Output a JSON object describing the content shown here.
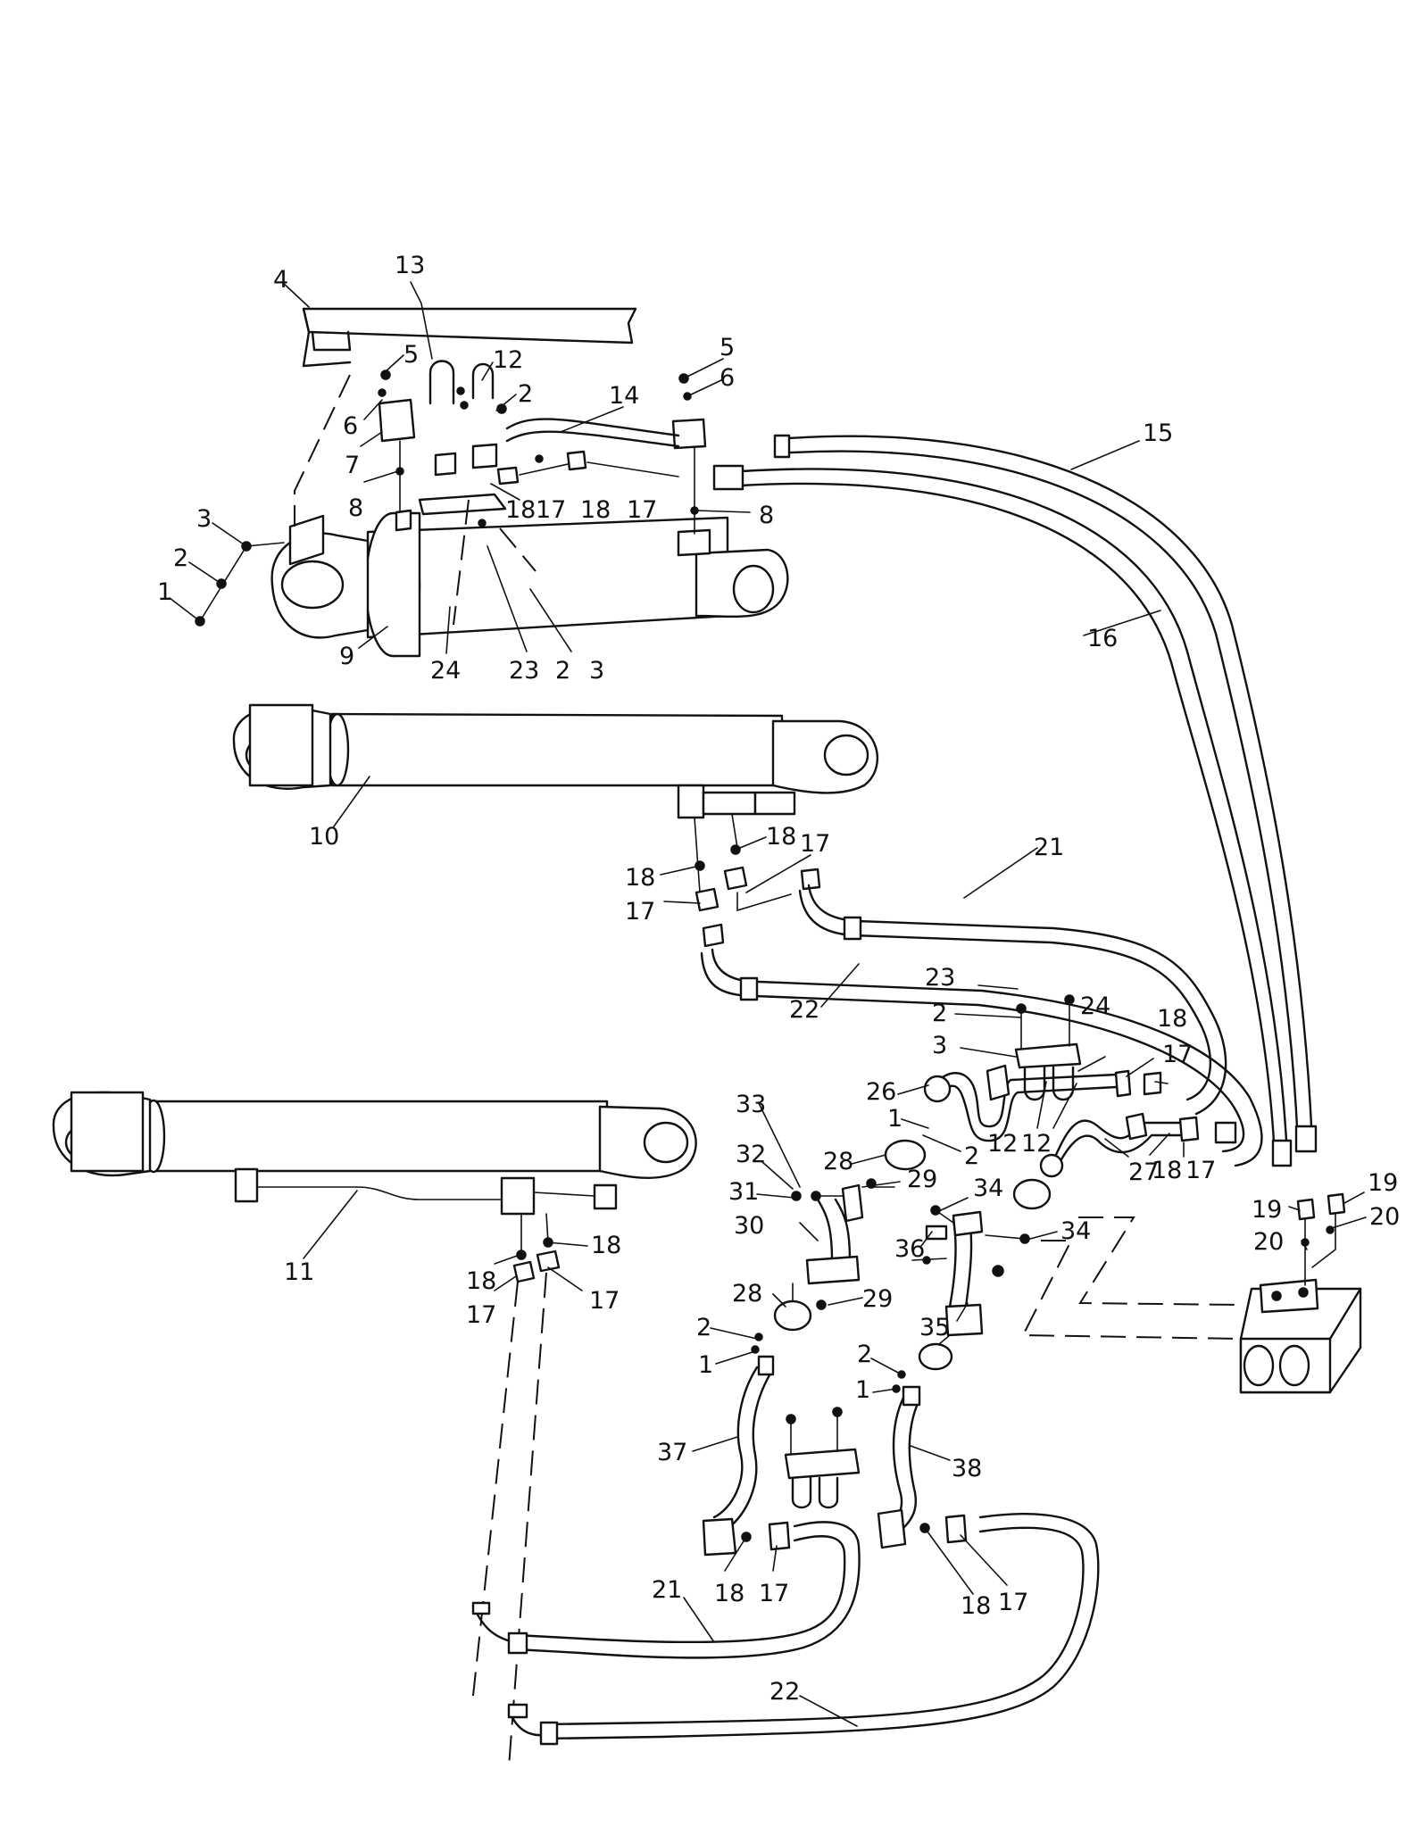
{
  "diagram": {
    "labels": [
      {
        "id": "c1-4",
        "text": "4"
      },
      {
        "id": "c1-13",
        "text": "13"
      },
      {
        "id": "c1-5a",
        "text": "5"
      },
      {
        "id": "c1-12",
        "text": "12"
      },
      {
        "id": "c1-2a",
        "text": "2"
      },
      {
        "id": "c1-6a",
        "text": "6"
      },
      {
        "id": "c1-7",
        "text": "7"
      },
      {
        "id": "c1-8a",
        "text": "8"
      },
      {
        "id": "c1-3a",
        "text": "3"
      },
      {
        "id": "c1-2b",
        "text": "2"
      },
      {
        "id": "c1-1",
        "text": "1"
      },
      {
        "id": "c1-9",
        "text": "9"
      },
      {
        "id": "c1-24",
        "text": "24"
      },
      {
        "id": "c1-23",
        "text": "23"
      },
      {
        "id": "c1-2c",
        "text": "2"
      },
      {
        "id": "c1-3b",
        "text": "3"
      },
      {
        "id": "c1-14",
        "text": "14"
      },
      {
        "id": "c1-18a",
        "text": "18"
      },
      {
        "id": "c1-17a",
        "text": "17"
      },
      {
        "id": "c1-18b",
        "text": "18"
      },
      {
        "id": "c1-17b",
        "text": "17"
      },
      {
        "id": "c1-5b",
        "text": "5"
      },
      {
        "id": "c1-6b",
        "text": "6"
      },
      {
        "id": "c1-8b",
        "text": "8"
      },
      {
        "id": "h-15",
        "text": "15"
      },
      {
        "id": "h-16",
        "text": "16"
      },
      {
        "id": "c2-10",
        "text": "10"
      },
      {
        "id": "c2-18a",
        "text": "18"
      },
      {
        "id": "c2-18b",
        "text": "18"
      },
      {
        "id": "c2-17a",
        "text": "17"
      },
      {
        "id": "c2-17b",
        "text": "17"
      },
      {
        "id": "c2-21",
        "text": "21"
      },
      {
        "id": "c2-22",
        "text": "22"
      },
      {
        "id": "m-23",
        "text": "23"
      },
      {
        "id": "m-2a",
        "text": "2"
      },
      {
        "id": "m-3",
        "text": "3"
      },
      {
        "id": "m-24",
        "text": "24"
      },
      {
        "id": "m-18a",
        "text": "18"
      },
      {
        "id": "m-17a",
        "text": "17"
      },
      {
        "id": "m-26",
        "text": "26"
      },
      {
        "id": "m-1a",
        "text": "1"
      },
      {
        "id": "m-2b",
        "text": "2"
      },
      {
        "id": "m-12a",
        "text": "12"
      },
      {
        "id": "m-12b",
        "text": "12"
      },
      {
        "id": "m-28a",
        "text": "28"
      },
      {
        "id": "m-27",
        "text": "27"
      },
      {
        "id": "m-18b",
        "text": "18"
      },
      {
        "id": "m-17b",
        "text": "17"
      },
      {
        "id": "m-33",
        "text": "33"
      },
      {
        "id": "m-32",
        "text": "32"
      },
      {
        "id": "m-31",
        "text": "31"
      },
      {
        "id": "m-29a",
        "text": "29"
      },
      {
        "id": "m-34a",
        "text": "34"
      },
      {
        "id": "m-30",
        "text": "30"
      },
      {
        "id": "m-36",
        "text": "36"
      },
      {
        "id": "m-34b",
        "text": "34"
      },
      {
        "id": "m-28b",
        "text": "28"
      },
      {
        "id": "m-29b",
        "text": "29"
      },
      {
        "id": "m-35",
        "text": "35"
      },
      {
        "id": "m-2c",
        "text": "2"
      },
      {
        "id": "m-1b",
        "text": "1"
      },
      {
        "id": "m-2d",
        "text": "2"
      },
      {
        "id": "m-1c",
        "text": "1"
      },
      {
        "id": "m-37",
        "text": "37"
      },
      {
        "id": "m-38",
        "text": "38"
      },
      {
        "id": "v-19a",
        "text": "19"
      },
      {
        "id": "v-19b",
        "text": "19"
      },
      {
        "id": "v-20a",
        "text": "20"
      },
      {
        "id": "v-20b",
        "text": "20"
      },
      {
        "id": "c3-11",
        "text": "11"
      },
      {
        "id": "c3-18a",
        "text": "18"
      },
      {
        "id": "c3-18b",
        "text": "18"
      },
      {
        "id": "c3-17a",
        "text": "17"
      },
      {
        "id": "c3-17b",
        "text": "17"
      },
      {
        "id": "b-18a",
        "text": "18"
      },
      {
        "id": "b-17a",
        "text": "17"
      },
      {
        "id": "b-18b",
        "text": "18"
      },
      {
        "id": "b-17b",
        "text": "17"
      },
      {
        "id": "b-21",
        "text": "21"
      },
      {
        "id": "b-22",
        "text": "22"
      }
    ]
  }
}
